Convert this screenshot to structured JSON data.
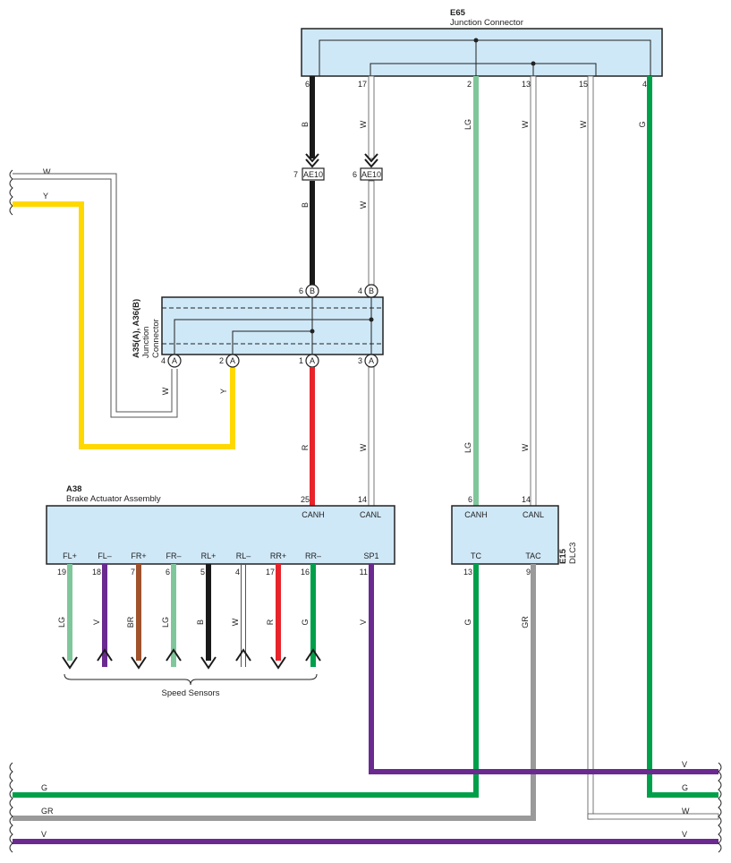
{
  "colors": {
    "B": "#1a1a1a",
    "W": "#ffffff",
    "LG": "#7fc79a",
    "G": "#00a04a",
    "Y": "#ffd800",
    "R": "#e8232a",
    "V": "#6a2a90",
    "BR": "#a0522d",
    "GR": "#9a9a9a",
    "box": "#cfe8f7"
  },
  "e65": {
    "id": "E65",
    "name": "Junction Connector",
    "pins": [
      "6",
      "17",
      "2",
      "13",
      "15",
      "4"
    ],
    "wires": [
      "B",
      "W",
      "LG",
      "W",
      "W",
      "G"
    ]
  },
  "ae10": {
    "label": "AE10",
    "left_pin": "7",
    "right_pin": "6",
    "wire_below_left": "B",
    "wire_below_right": "W"
  },
  "a35": {
    "id": "A35(A), A36(B)",
    "name_line1": "Junction",
    "name_line2": "Connector",
    "top_pins": [
      {
        "num": "6",
        "conn": "B"
      },
      {
        "num": "4",
        "conn": "B"
      }
    ],
    "bottom_pins": [
      {
        "num": "4",
        "conn": "A"
      },
      {
        "num": "2",
        "conn": "A"
      },
      {
        "num": "1",
        "conn": "A"
      },
      {
        "num": "3",
        "conn": "A"
      }
    ],
    "wires_below": [
      "W",
      "Y",
      "R",
      "W"
    ]
  },
  "left_inputs": [
    {
      "color": "W"
    },
    {
      "color": "Y"
    }
  ],
  "a38": {
    "id": "A38",
    "name": "Brake Actuator Assembly",
    "top_pins": [
      {
        "num": "25",
        "signal": "CANH"
      },
      {
        "num": "14",
        "signal": "CANL"
      }
    ],
    "bottom_pins": [
      {
        "signal": "FL+",
        "num": "19",
        "color": "LG",
        "dir": "down"
      },
      {
        "signal": "FL–",
        "num": "18",
        "color": "V",
        "dir": "up"
      },
      {
        "signal": "FR+",
        "num": "7",
        "color": "BR",
        "dir": "down"
      },
      {
        "signal": "FR–",
        "num": "6",
        "color": "LG",
        "dir": "up"
      },
      {
        "signal": "RL+",
        "num": "5",
        "color": "B",
        "dir": "down"
      },
      {
        "signal": "RL–",
        "num": "4",
        "color": "W",
        "dir": "up"
      },
      {
        "signal": "RR+",
        "num": "17",
        "color": "R",
        "dir": "down"
      },
      {
        "signal": "RR–",
        "num": "16",
        "color": "G",
        "dir": "up"
      },
      {
        "signal": "SP1",
        "num": "11",
        "color": "V",
        "dir": "none"
      }
    ],
    "sensors_label": "Speed Sensors"
  },
  "e15": {
    "id": "E15",
    "name": "DLC3",
    "top_pins": [
      {
        "num": "6",
        "signal": "CANH",
        "color": "LG"
      },
      {
        "num": "14",
        "signal": "CANL",
        "color": "W"
      }
    ],
    "bottom_pins": [
      {
        "num": "13",
        "signal": "TC",
        "color": "G"
      },
      {
        "num": "9",
        "signal": "TAC",
        "color": "GR"
      }
    ]
  },
  "bottom_buses": [
    {
      "side": "right",
      "color": "V"
    },
    {
      "side": "both",
      "color": "G",
      "left_label": "G",
      "right_label": "G"
    },
    {
      "side": "both",
      "color": "GR",
      "left_label": "GR",
      "right_label": "W"
    },
    {
      "side": "both",
      "color": "V",
      "left_label": "V",
      "right_label": "V"
    }
  ]
}
